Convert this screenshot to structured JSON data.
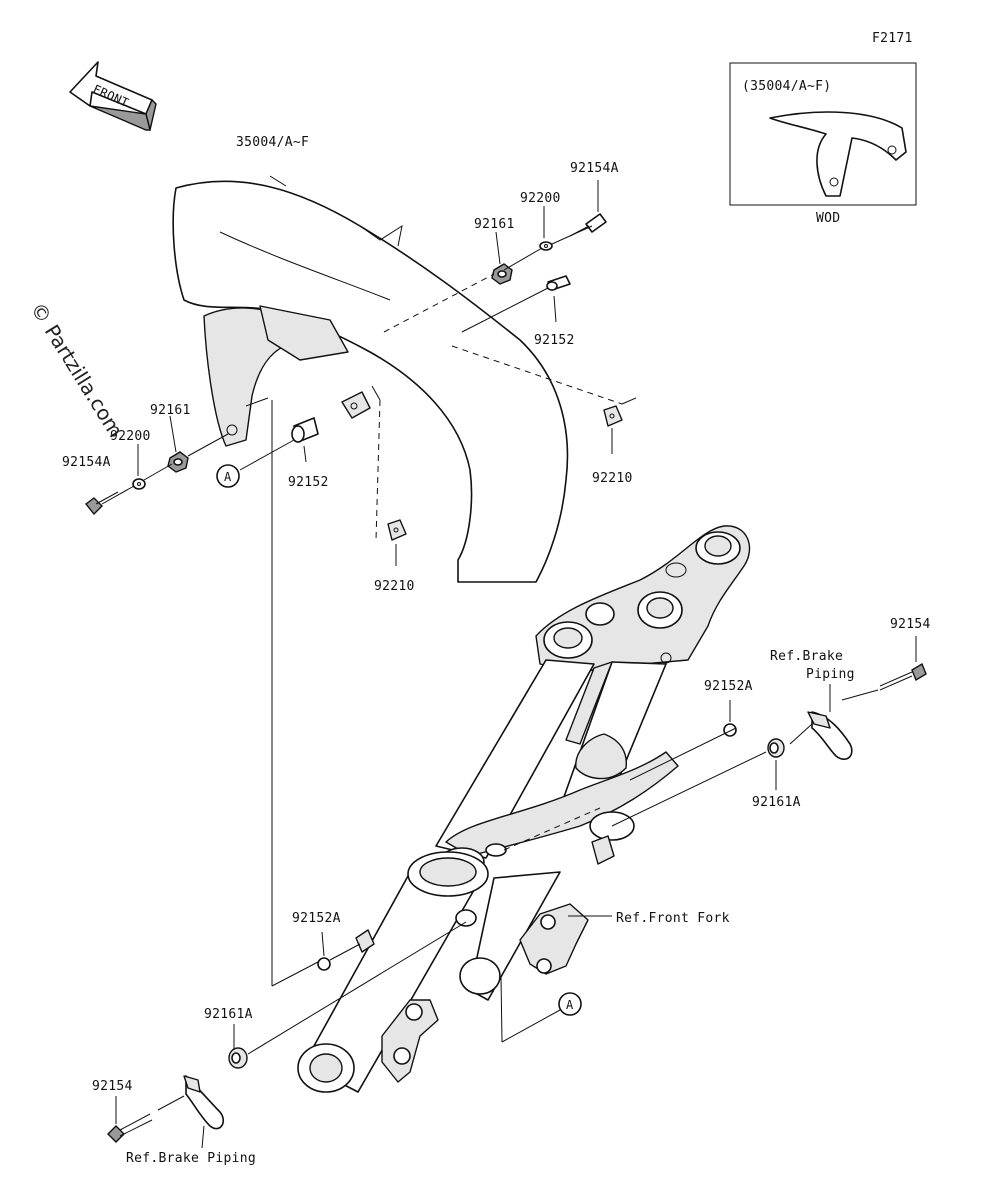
{
  "figure_code": "F2171",
  "front_label": "FRONT",
  "watermark": "© Partzilla.com",
  "inset": {
    "title": "(35004/A~F)",
    "caption": "WOD"
  },
  "labels": {
    "fender_top": "35004/A~F",
    "p92154A_top": "92154A",
    "p92200_top": "92200",
    "p92161_top": "92161",
    "p92152_right": "92152",
    "p92210_right": "92210",
    "p92161_left": "92161",
    "p92200_left": "92200",
    "p92154A_left": "92154A",
    "p92152_mid": "92152",
    "ref_A_top": "A",
    "p92210_bottom": "92210",
    "p92154_right": "92154",
    "ref_brake_right_1": "Ref.Brake",
    "ref_brake_right_2": "Piping",
    "p92152A_right": "92152A",
    "p92161A_right": "92161A",
    "ref_front_fork": "Ref.Front Fork",
    "p92152A_left": "92152A",
    "ref_A_bottom": "A",
    "p92161A_left": "92161A",
    "p92154_left": "92154",
    "ref_brake_bottom": "Ref.Brake Piping"
  }
}
